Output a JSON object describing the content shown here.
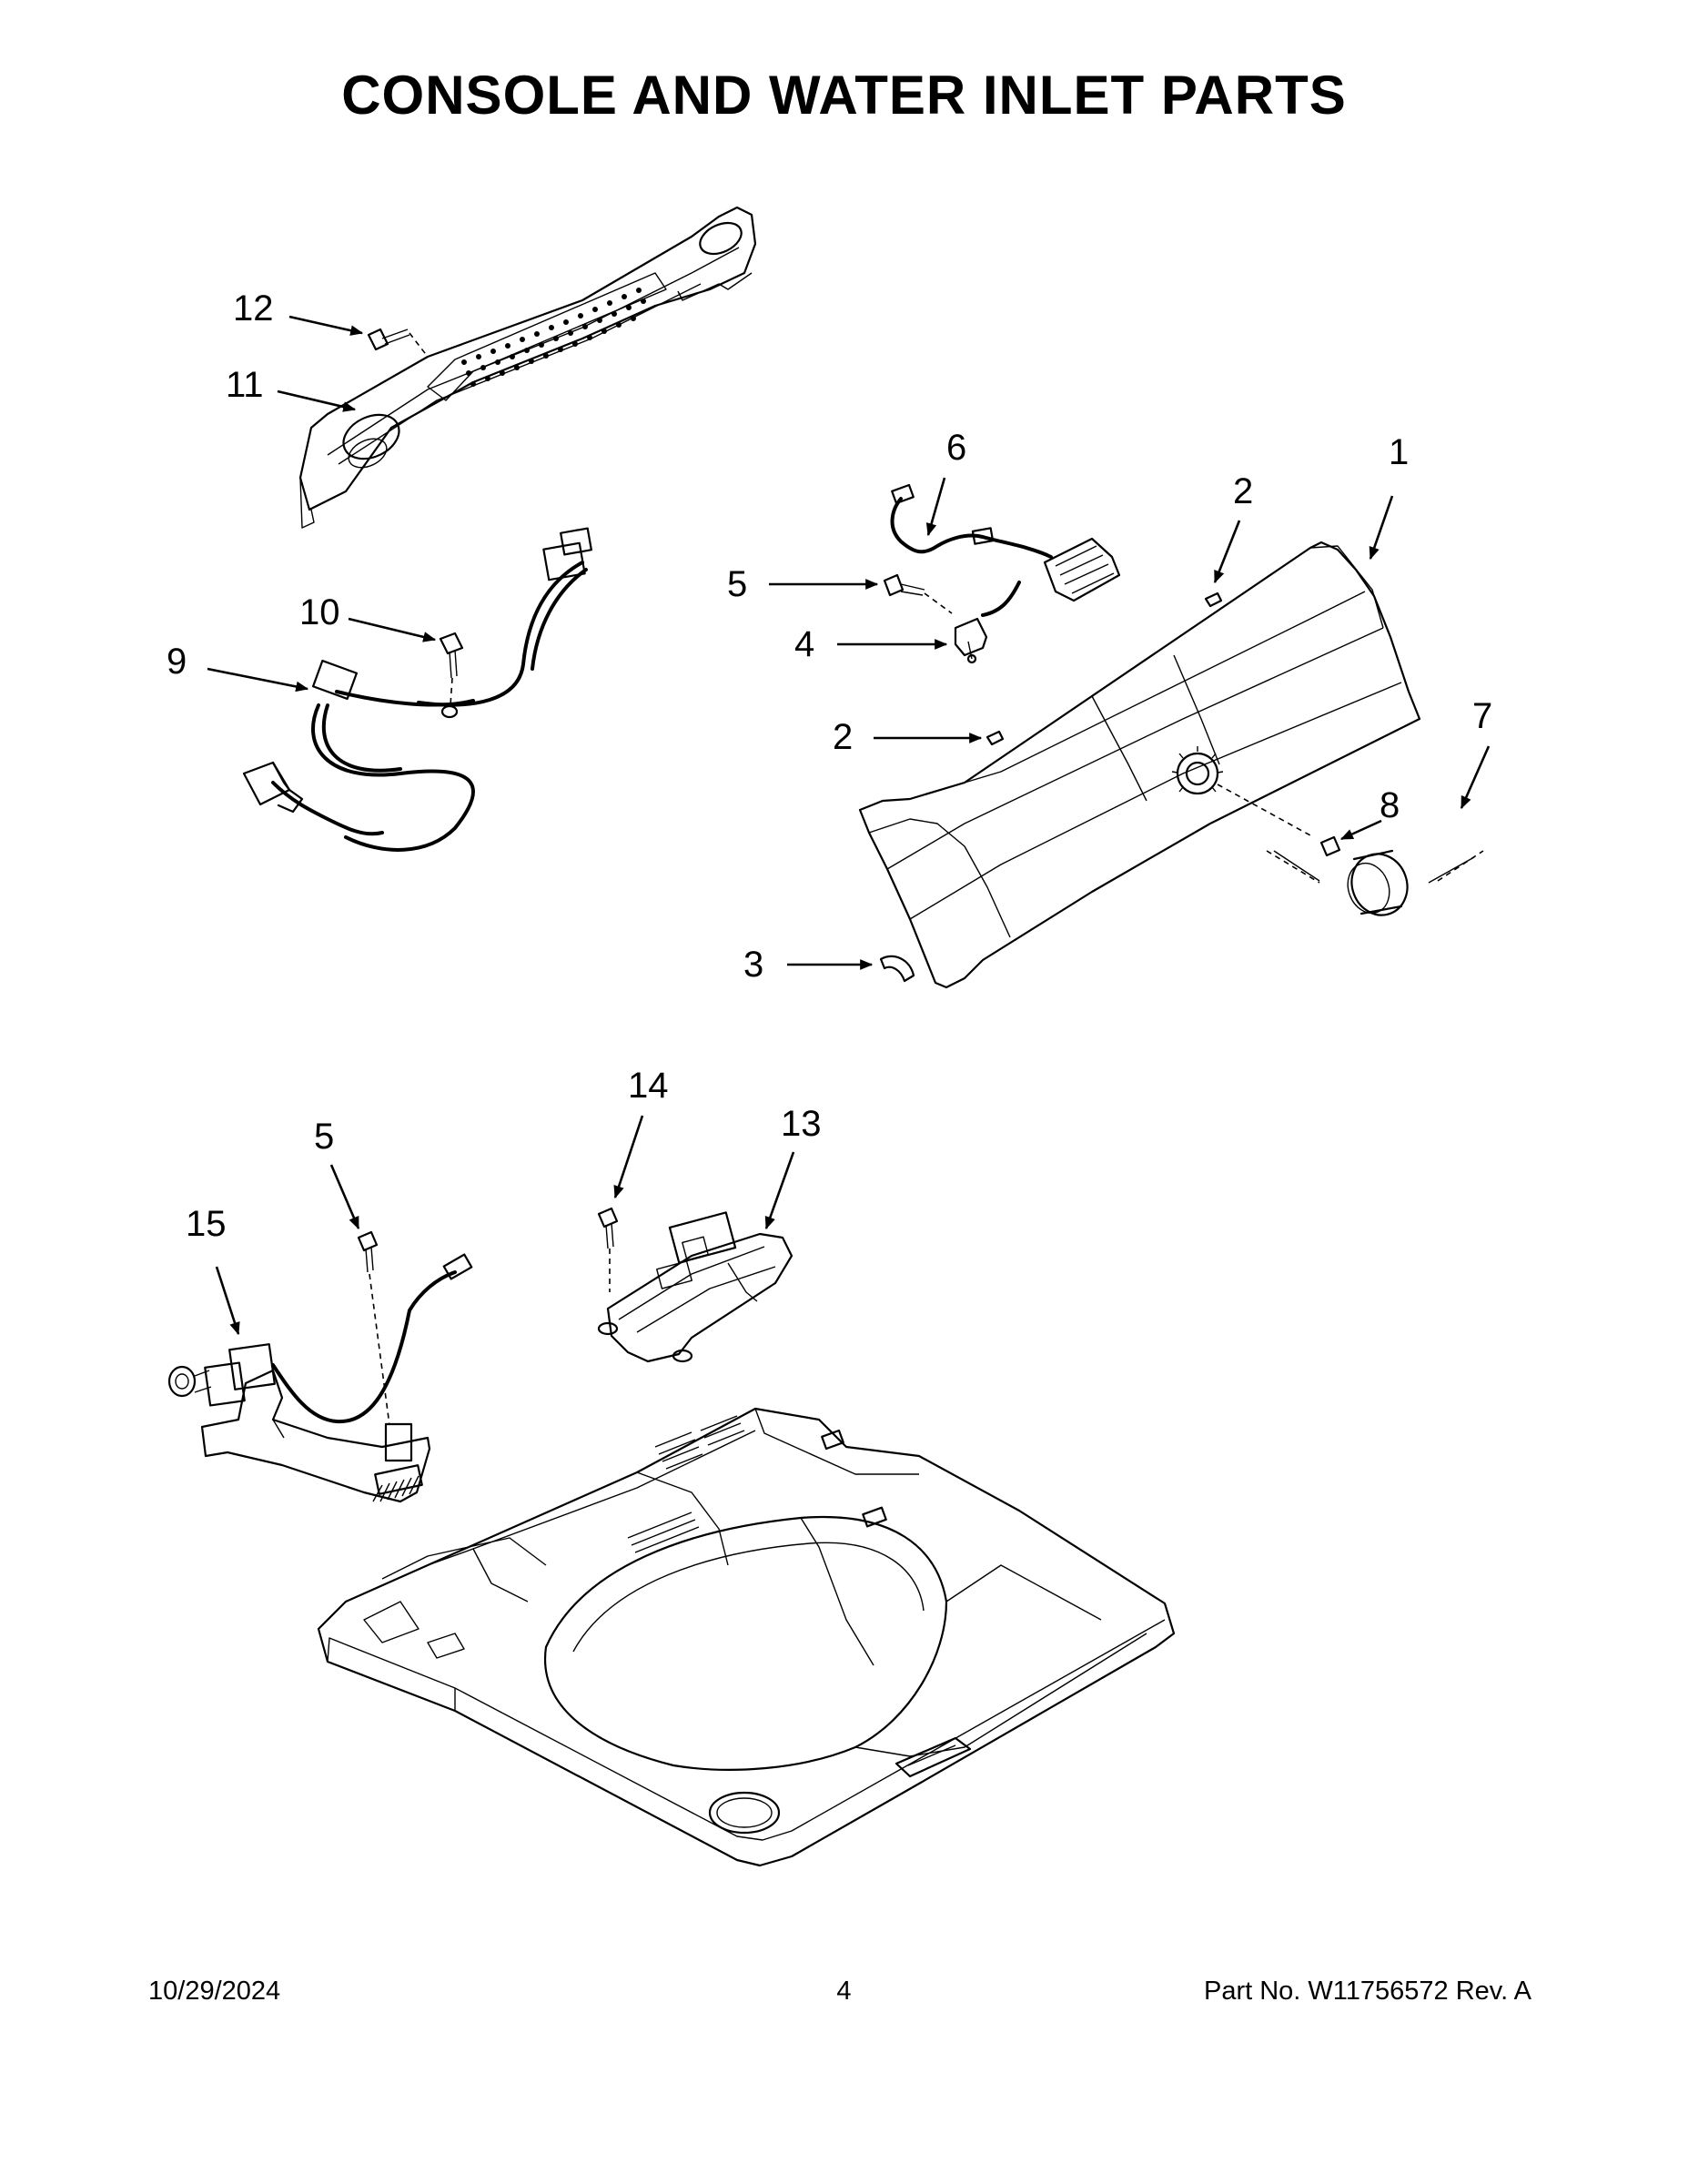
{
  "title": "CONSOLE AND WATER INLET PARTS",
  "callouts": {
    "c1": "1",
    "c2a": "2",
    "c2b": "2",
    "c3": "3",
    "c4": "4",
    "c5a": "5",
    "c5b": "5",
    "c6": "6",
    "c7": "7",
    "c8": "8",
    "c9": "9",
    "c10": "10",
    "c11": "11",
    "c12": "12",
    "c13": "13",
    "c14": "14",
    "c15": "15"
  },
  "footer": {
    "date": "10/29/2024",
    "page": "4",
    "part": "Part No.  W11756572   Rev.  A"
  }
}
